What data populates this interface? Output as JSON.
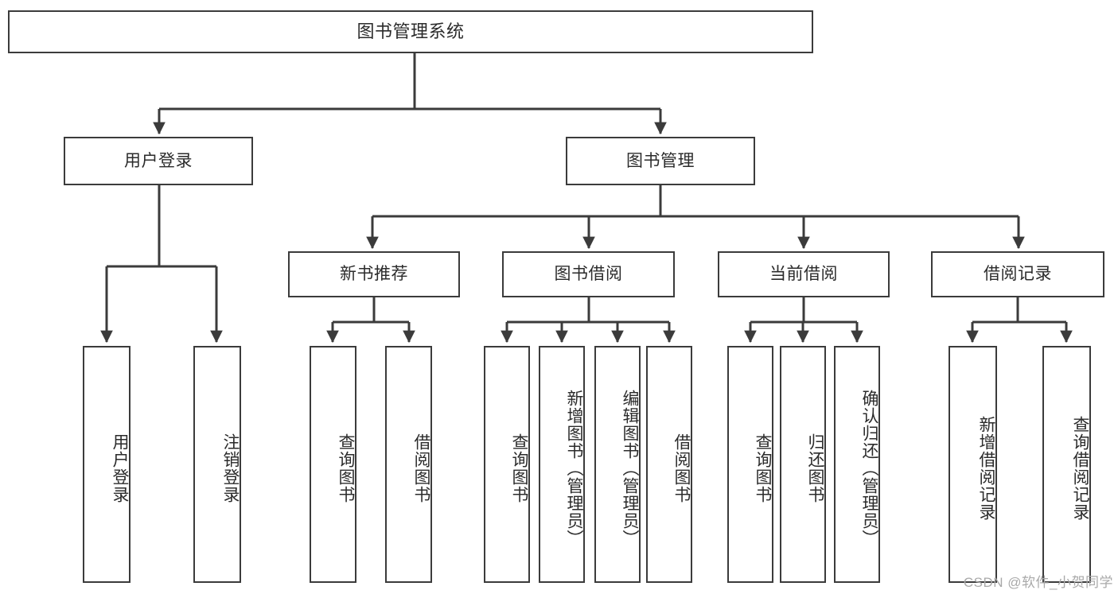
{
  "diagram": {
    "title": "图书管理系统",
    "type": "tree",
    "stroke_color": "#3b3b3b",
    "background_color": "#ffffff",
    "watermark": "CSDN @软件_小贺同学",
    "nodes": {
      "root": {
        "label": "图书管理系统"
      },
      "level2": [
        {
          "id": "user-login",
          "label": "用户登录"
        },
        {
          "id": "book-management",
          "label": "图书管理"
        }
      ],
      "level3": [
        {
          "id": "new-book-recommend",
          "label": "新书推荐"
        },
        {
          "id": "book-borrow",
          "label": "图书借阅"
        },
        {
          "id": "current-borrow",
          "label": "当前借阅"
        },
        {
          "id": "borrow-record",
          "label": "借阅记录"
        }
      ],
      "leaves": {
        "user-login": [
          {
            "id": "leaf-user-login",
            "label": "用户登录"
          },
          {
            "id": "leaf-logout",
            "label": "注销登录"
          }
        ],
        "new-book-recommend": [
          {
            "id": "leaf-query-book-1",
            "label": "查询图书"
          },
          {
            "id": "leaf-borrow-book-1",
            "label": "借阅图书"
          }
        ],
        "book-borrow": [
          {
            "id": "leaf-query-book-2",
            "label": "查询图书"
          },
          {
            "id": "leaf-add-book",
            "label": "新增图书（管理员）"
          },
          {
            "id": "leaf-edit-book",
            "label": "编辑图书（管理员）"
          },
          {
            "id": "leaf-borrow-book-2",
            "label": "借阅图书"
          }
        ],
        "current-borrow": [
          {
            "id": "leaf-query-book-3",
            "label": "查询图书"
          },
          {
            "id": "leaf-return-book",
            "label": "归还图书"
          },
          {
            "id": "leaf-confirm-return",
            "label": "确认归还（管理员）"
          }
        ],
        "borrow-record": [
          {
            "id": "leaf-add-record",
            "label": "新增借阅记录"
          },
          {
            "id": "leaf-query-record",
            "label": "查询借阅记录"
          }
        ]
      }
    }
  }
}
